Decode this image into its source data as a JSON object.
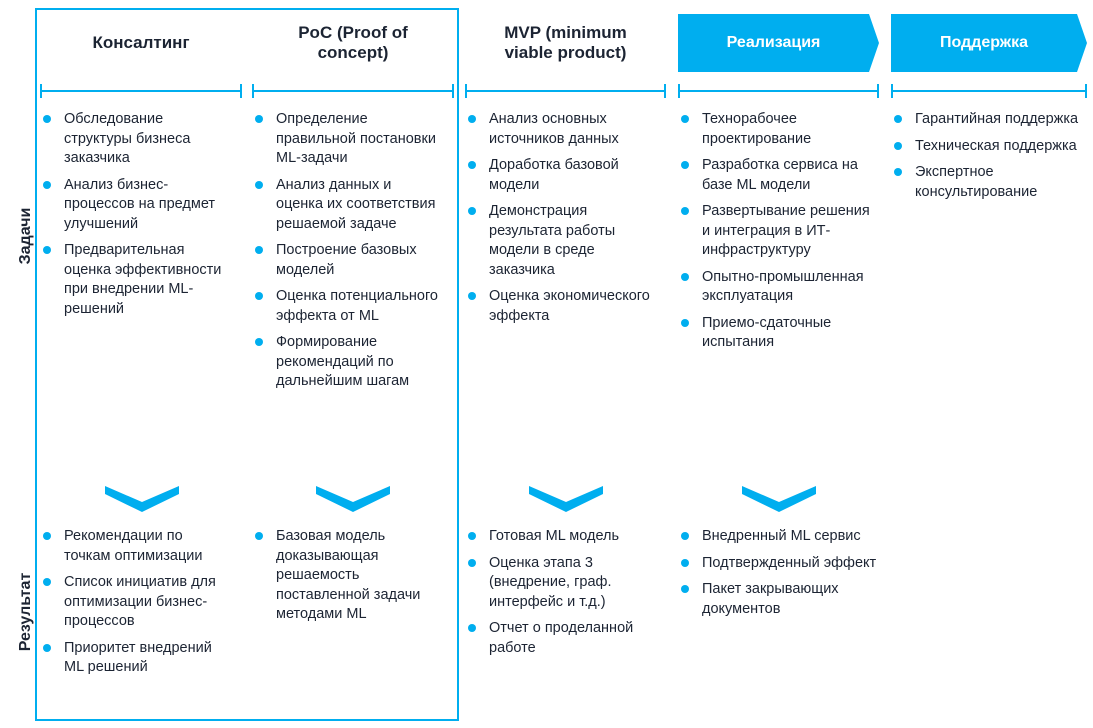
{
  "rows": {
    "tasks_label": "Задачи",
    "results_label": "Результат"
  },
  "columns": [
    {
      "title": "Консалтинг",
      "style": "plain",
      "tasks": [
        "Обследование структуры бизнеса заказчика",
        "Анализ бизнес-процессов на предмет улучшений",
        "Предварительная оценка эффективности при внедрении ML-решений"
      ],
      "results": [
        "Рекомендации по точкам оптимизации",
        "Список инициатив для оптимизации бизнес-процессов",
        "Приоритет внедрений ML решений"
      ]
    },
    {
      "title": "PoC (Proof of concept)",
      "style": "plain",
      "tasks": [
        "Определение правильной постановки ML-задачи",
        "Анализ данных и оценка их соответствия решаемой задаче",
        "Построение базовых моделей",
        "Оценка потенциального эффекта от ML",
        "Формирование рекомендаций по дальнейшим шагам"
      ],
      "results": [
        "Базовая модель доказывающая решаемость поставленной задачи методами ML"
      ]
    },
    {
      "title": "MVP (minimum viable product)",
      "style": "plain",
      "tasks": [
        "Анализ основных источников данных",
        "Доработка базовой модели",
        "Демонстрация результата работы модели в среде заказчика",
        "Оценка экономического эффекта"
      ],
      "results": [
        "Готовая ML модель",
        "Оценка этапа 3 (внедрение, граф. интерфейс и т.д.)",
        "Отчет о проделанной работе"
      ]
    },
    {
      "title": "Реализация",
      "style": "arrow",
      "tasks": [
        "Технорабочее проектирование",
        "Разработка сервиса на базе ML модели",
        "Развертывание решения и интеграция в ИТ-инфраструктуру",
        "Опытно-промышленная эксплуатация",
        "Приемо-сдаточные испытания"
      ],
      "results": [
        "Внедренный ML сервис",
        "Подтвержденный эффект",
        "Пакет закрывающих документов"
      ]
    },
    {
      "title": "Поддержка",
      "style": "arrow",
      "tasks": [
        "Гарантийная поддержка",
        "Техническая поддержка",
        "Экспертное консультирование"
      ],
      "results": []
    }
  ],
  "icons": {
    "bullet": "bullet-dot-icon",
    "chevron": "chevron-down-icon"
  },
  "colors": {
    "accent": "#00aeef",
    "text": "#1c2433",
    "arrow_text": "#ffffff"
  }
}
